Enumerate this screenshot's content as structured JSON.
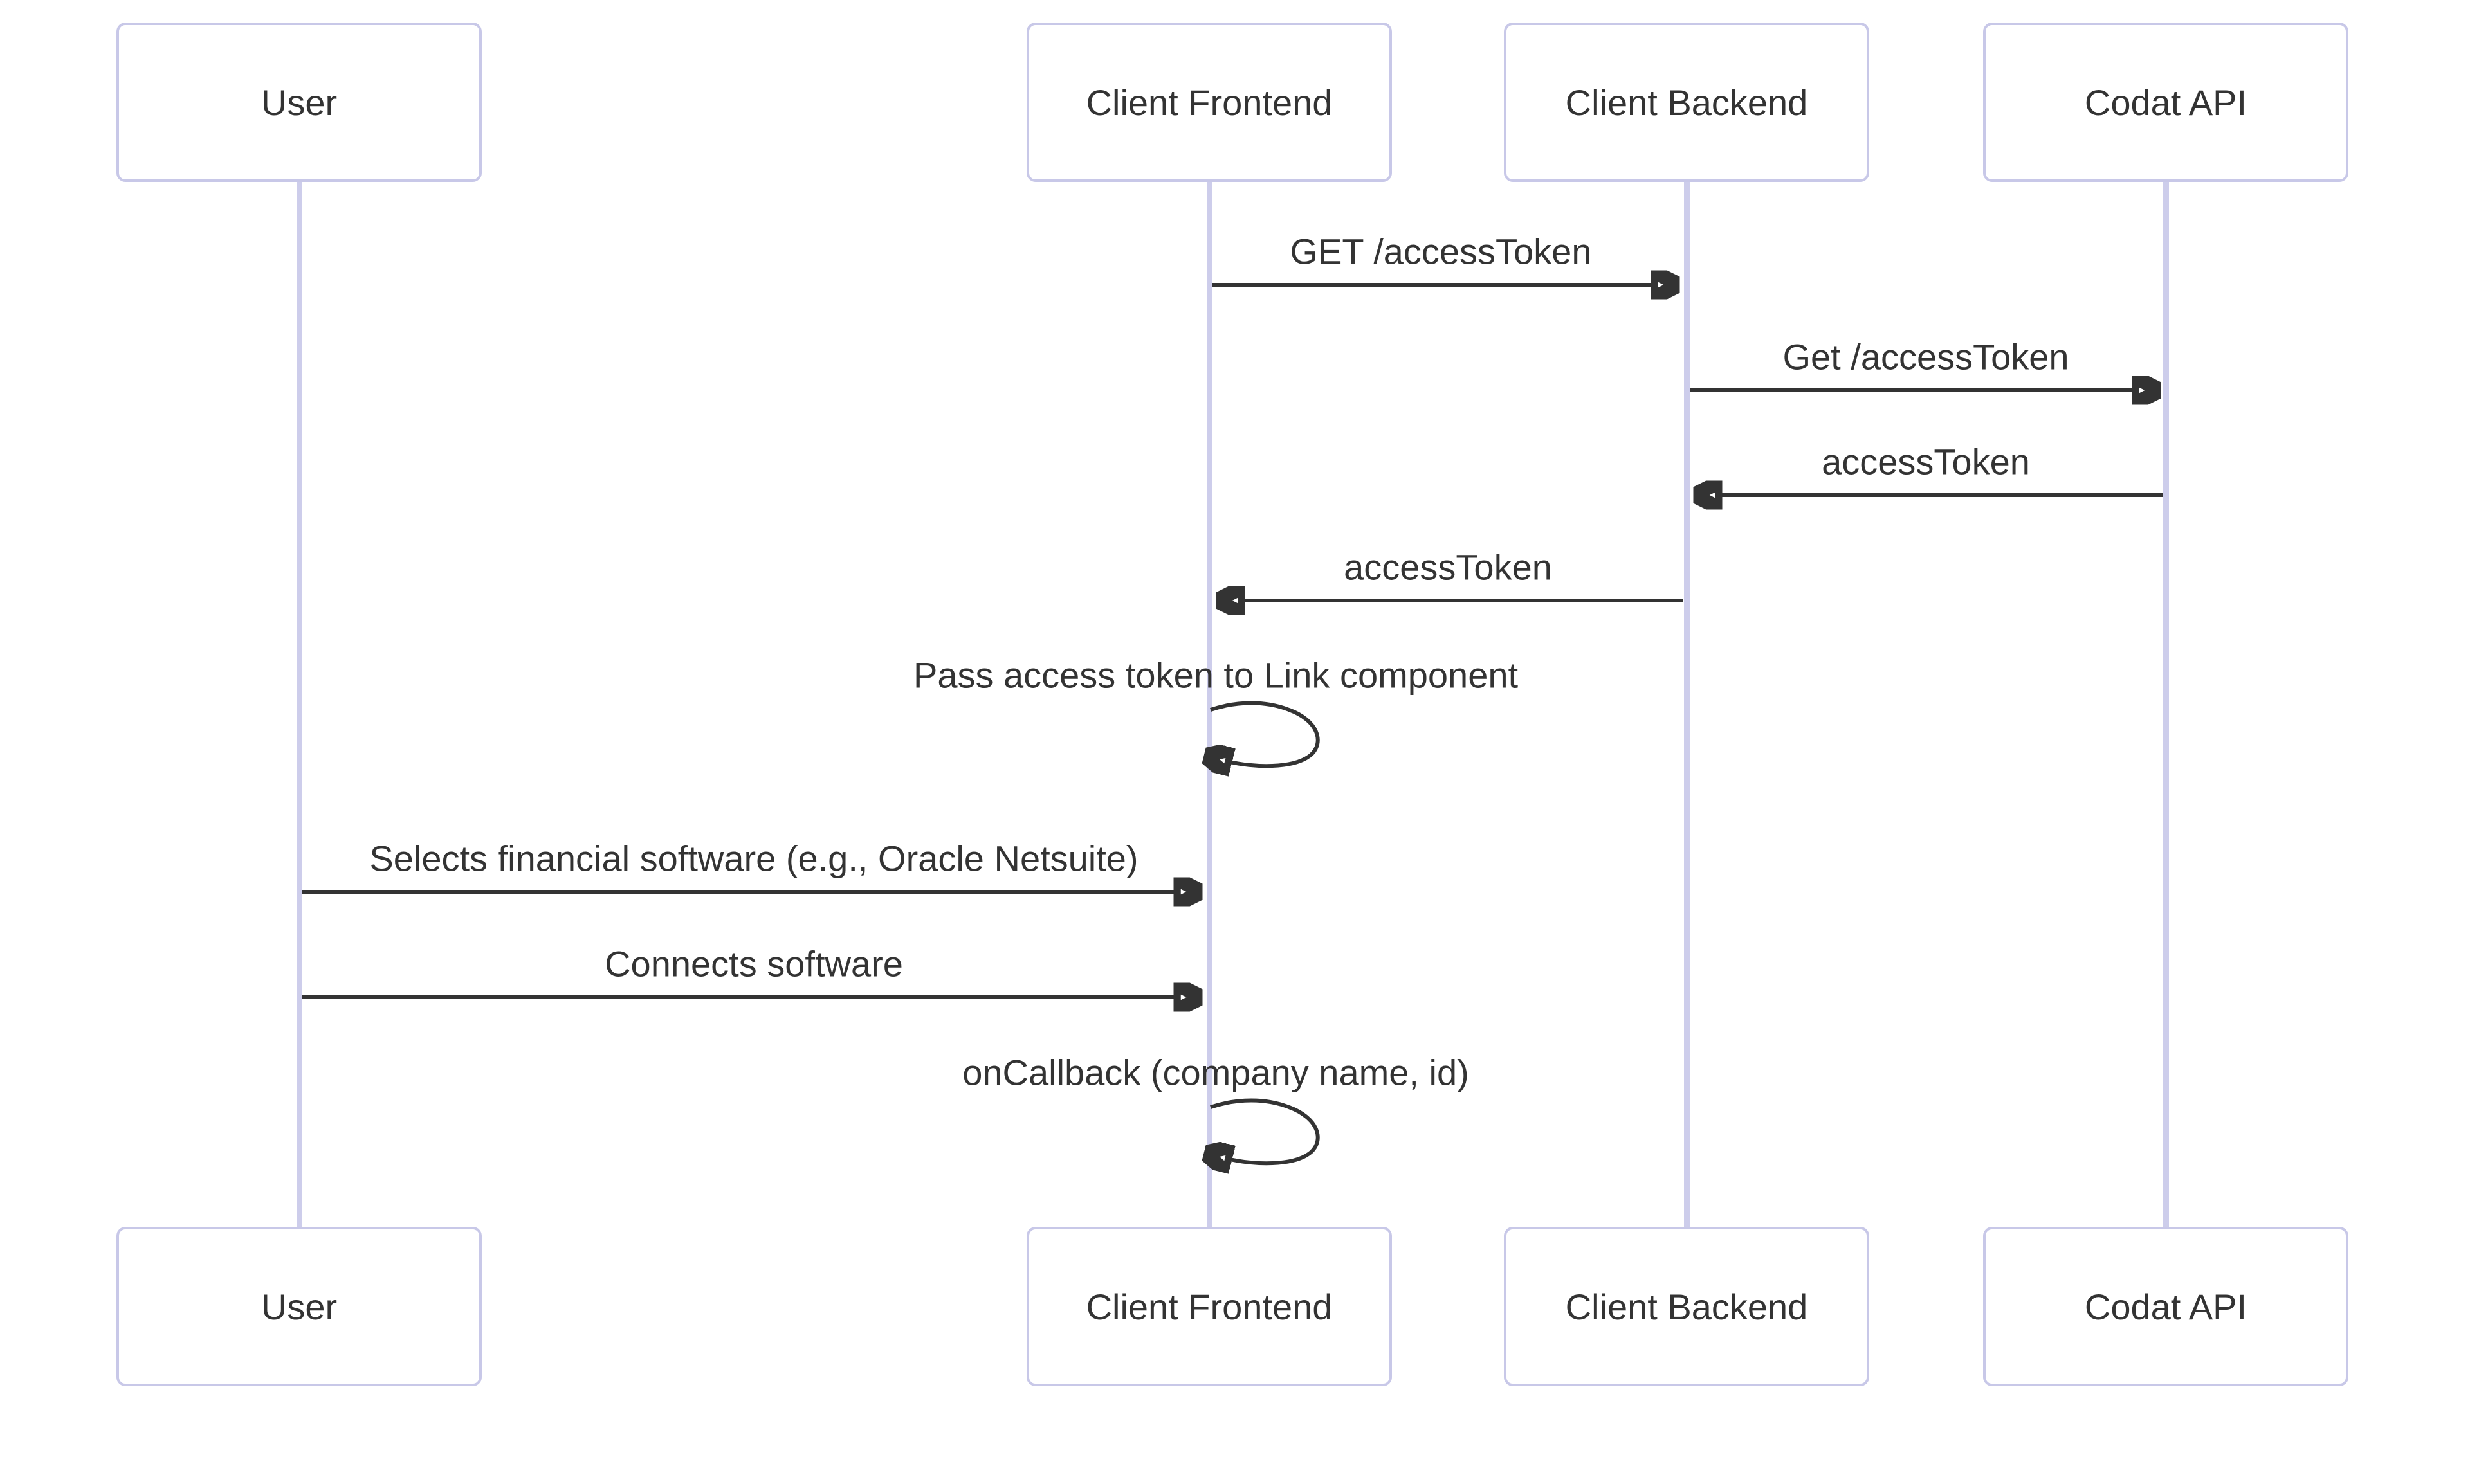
{
  "diagram": {
    "kind": "sequence-diagram",
    "background": "#ffffff",
    "colors": {
      "actor_border": "#c8c8e8",
      "actor_fill": "#ffffff",
      "lifeline": "#cdcdeb",
      "arrow": "#333333",
      "text": "#333333"
    },
    "actors": [
      {
        "name": "User"
      },
      {
        "name": "Client Frontend"
      },
      {
        "name": "Client Backend"
      },
      {
        "name": "Codat API"
      }
    ],
    "messages": [
      {
        "from": "Client Frontend",
        "to": "Client Backend",
        "label": "GET /accessToken",
        "type": "arrow"
      },
      {
        "from": "Client Backend",
        "to": "Codat API",
        "label": "Get /accessToken",
        "type": "arrow"
      },
      {
        "from": "Codat API",
        "to": "Client Backend",
        "label": "accessToken",
        "type": "arrow"
      },
      {
        "from": "Client Backend",
        "to": "Client Frontend",
        "label": "accessToken",
        "type": "arrow"
      },
      {
        "from": "Client Frontend",
        "to": "Client Frontend",
        "label": "Pass access token to Link component",
        "type": "self-loop"
      },
      {
        "from": "User",
        "to": "Client Frontend",
        "label": "Selects financial software (e.g., Oracle Netsuite)",
        "type": "arrow"
      },
      {
        "from": "User",
        "to": "Client Frontend",
        "label": "Connects software",
        "type": "arrow"
      },
      {
        "from": "Client Frontend",
        "to": "Client Frontend",
        "label": "onCallback (company name, id)",
        "type": "self-loop"
      }
    ]
  }
}
